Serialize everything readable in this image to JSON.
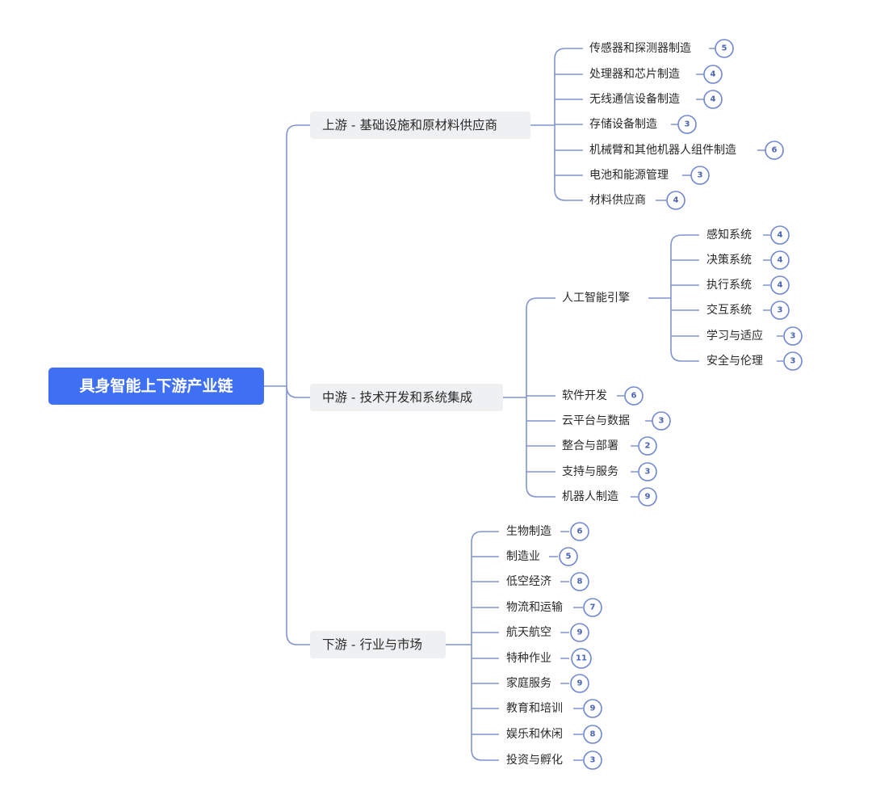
{
  "root": {
    "label": "具身智能上下游产业链"
  },
  "branches": [
    {
      "label": "上游 - 基础设施和原材料供应商",
      "children": [
        {
          "label": "传感器和探测器制造",
          "count": "5"
        },
        {
          "label": "处理器和芯片制造",
          "count": "4"
        },
        {
          "label": "无线通信设备制造",
          "count": "4"
        },
        {
          "label": "存储设备制造",
          "count": "3"
        },
        {
          "label": "机械臂和其他机器人组件制造",
          "count": "6"
        },
        {
          "label": "电池和能源管理",
          "count": "3"
        },
        {
          "label": "材料供应商",
          "count": "4"
        }
      ]
    },
    {
      "label": "中游 - 技术开发和系统集成",
      "children": [
        {
          "label": "人工智能引擎",
          "children": [
            {
              "label": "感知系统",
              "count": "4"
            },
            {
              "label": "决策系统",
              "count": "4"
            },
            {
              "label": "执行系统",
              "count": "4"
            },
            {
              "label": "交互系统",
              "count": "3"
            },
            {
              "label": "学习与适应",
              "count": "3"
            },
            {
              "label": "安全与伦理",
              "count": "3"
            }
          ]
        },
        {
          "label": "软件开发",
          "count": "6"
        },
        {
          "label": "云平台与数据",
          "count": "3"
        },
        {
          "label": "整合与部署",
          "count": "2"
        },
        {
          "label": "支持与服务",
          "count": "3"
        },
        {
          "label": "机器人制造",
          "count": "9"
        }
      ]
    },
    {
      "label": "下游 - 行业与市场",
      "children": [
        {
          "label": "生物制造",
          "count": "6"
        },
        {
          "label": "制造业",
          "count": "5"
        },
        {
          "label": "低空经济",
          "count": "8"
        },
        {
          "label": "物流和运输",
          "count": "7"
        },
        {
          "label": "航天航空",
          "count": "9"
        },
        {
          "label": "特种作业",
          "count": "11"
        },
        {
          "label": "家庭服务",
          "count": "9"
        },
        {
          "label": "教育和培训",
          "count": "9"
        },
        {
          "label": "娱乐和休闲",
          "count": "8"
        },
        {
          "label": "投资与孵化",
          "count": "3"
        }
      ]
    }
  ],
  "colors": {
    "accent": "#3f6ff2",
    "connector": "#8194cf",
    "branch_bg": "#eff0f2",
    "badge": "#6f86d2"
  }
}
